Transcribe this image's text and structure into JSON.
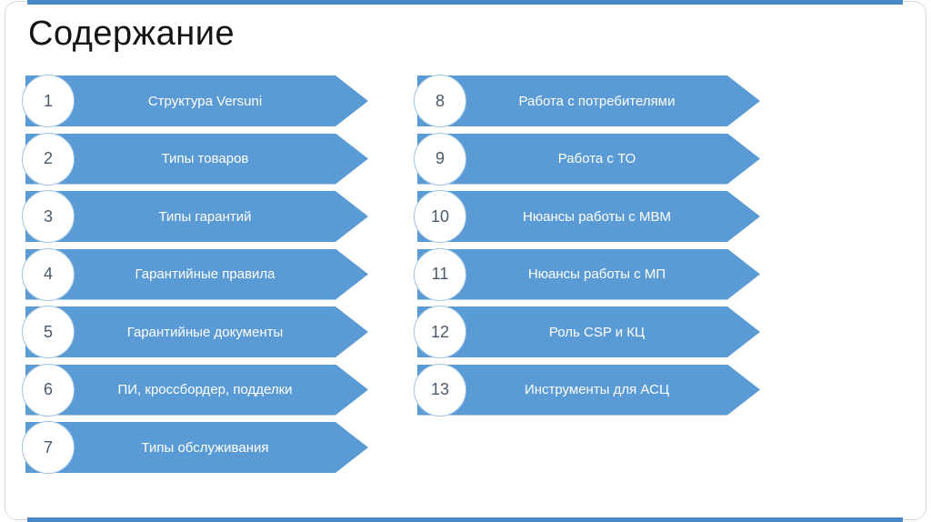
{
  "slide": {
    "title": "Содержание",
    "colors": {
      "arrow": "#5B9BD5",
      "accent_bar": "#4A89C8",
      "circle_border": "#9DC3E6",
      "number": "#4a5a6a",
      "label": "#ffffff"
    },
    "columns": [
      {
        "items": [
          {
            "number": "1",
            "label": "Структура Versuni"
          },
          {
            "number": "2",
            "label": "Типы товаров"
          },
          {
            "number": "3",
            "label": "Типы гарантий"
          },
          {
            "number": "4",
            "label": "Гарантийные правила"
          },
          {
            "number": "5",
            "label": "Гарантийные документы"
          },
          {
            "number": "6",
            "label": "ПИ, кроссбордер, подделки"
          },
          {
            "number": "7",
            "label": "Типы обслуживания"
          }
        ]
      },
      {
        "items": [
          {
            "number": "8",
            "label": "Работа с потребителями"
          },
          {
            "number": "9",
            "label": "Работа с ТО"
          },
          {
            "number": "10",
            "label": "Нюансы работы с МВМ"
          },
          {
            "number": "11",
            "label": "Нюансы работы с МП"
          },
          {
            "number": "12",
            "label": "Роль CSP и КЦ"
          },
          {
            "number": "13",
            "label": "Инструменты для АСЦ"
          }
        ]
      }
    ]
  }
}
